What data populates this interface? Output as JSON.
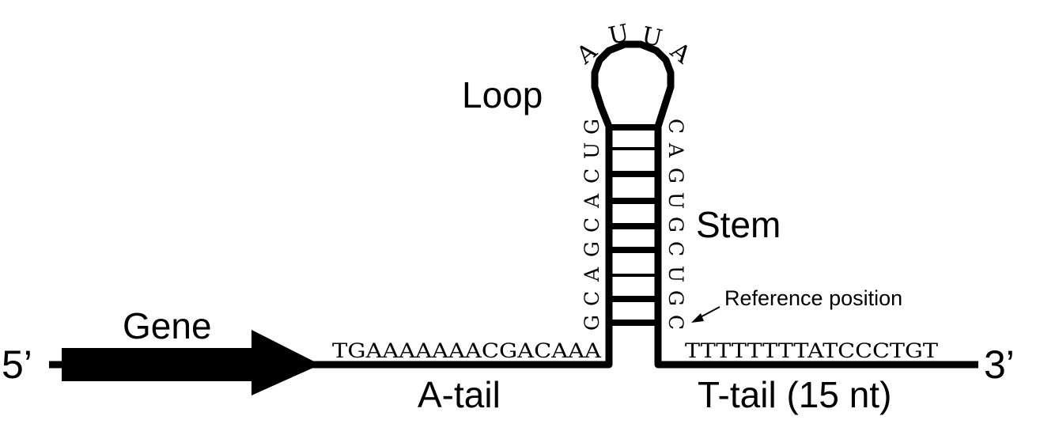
{
  "labels": {
    "five_prime": "5’",
    "three_prime": "3’",
    "gene": "Gene",
    "loop": "Loop",
    "stem": "Stem",
    "a_tail": "A-tail",
    "t_tail": "T-tail (15 nt)",
    "reference": "Reference position"
  },
  "sequences": {
    "a_tail": "TGAAAAAAACGACAAA",
    "t_tail": "TTTTTTTTATCCCTGT",
    "stem_left": [
      "G",
      "C",
      "A",
      "G",
      "C",
      "A",
      "C",
      "U",
      "G"
    ],
    "stem_right": [
      "C",
      "A",
      "G",
      "U",
      "G",
      "C",
      "U",
      "G",
      "C"
    ],
    "loop": [
      "A",
      "U",
      "U",
      "A"
    ]
  }
}
